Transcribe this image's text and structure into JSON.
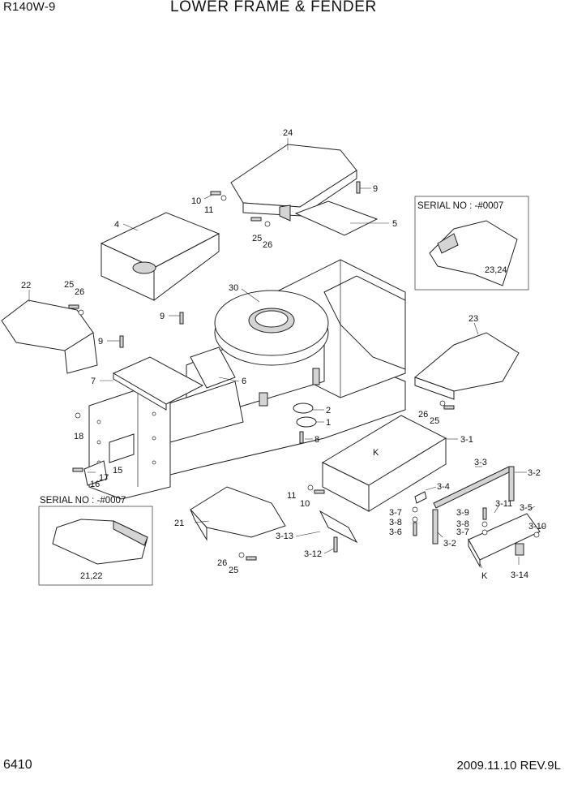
{
  "header": {
    "model": "R140W-9",
    "title": "LOWER FRAME & FENDER"
  },
  "footer": {
    "page": "6410",
    "revision": "2009.11.10  REV.9L"
  },
  "inset_right": {
    "serial": "SERIAL NO : -#0007",
    "parts": "23,24"
  },
  "inset_left": {
    "serial": "SERIAL NO : -#0007",
    "parts": "21,22"
  },
  "labels": {
    "l24": "24",
    "l9a": "9",
    "l10a": "10",
    "l11a": "11",
    "l5": "5",
    "l25a": "25",
    "l26a": "26",
    "l4": "4",
    "l22": "22",
    "l25b": "25",
    "l26b": "26",
    "l30": "30",
    "l9b": "9",
    "l9c": "9",
    "l23": "23",
    "l7": "7",
    "l6": "6",
    "l2": "2",
    "l1": "1",
    "l8": "8",
    "l26c": "26",
    "l25c": "25",
    "l18": "18",
    "l31": "3-1",
    "lK1": "K",
    "l15": "15",
    "l17": "17",
    "l16": "16",
    "l33": "3-3",
    "l32a": "3-2",
    "l11b": "11",
    "l10b": "10",
    "l34": "3-4",
    "l21": "21",
    "l37a": "3-7",
    "l38a": "3-8",
    "l36": "3-6",
    "l39": "3-9",
    "l311": "3-11",
    "l35": "3-5",
    "l38b": "3-8",
    "l37b": "3-7",
    "l310": "3-10",
    "l313": "3-13",
    "l32b": "3-2",
    "l312": "3-12",
    "l26d": "26",
    "l25d": "25",
    "lK2": "K",
    "l314": "3-14"
  }
}
